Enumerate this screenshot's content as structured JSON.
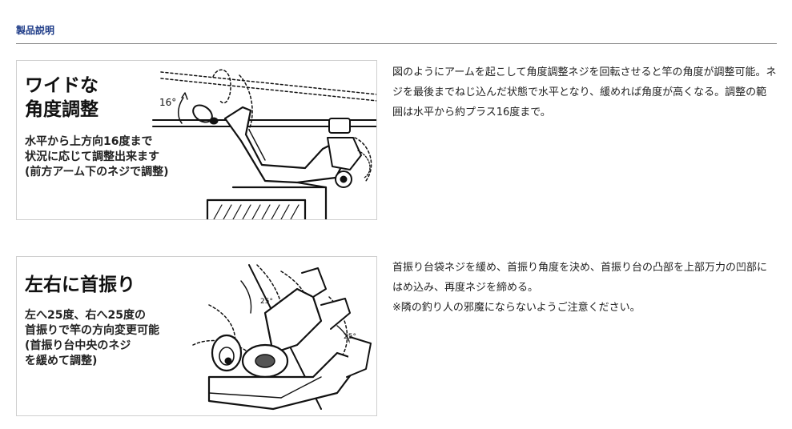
{
  "section": {
    "title": "製品説明"
  },
  "features": [
    {
      "heading": "ワイドな\n角度調整",
      "note": "水平から上方向16度まで\n状況に応じて調整出来ます\n(前方アーム下のネジで調整)",
      "angle_label": "16°",
      "description": [
        "図のようにアームを起こして角度調整ネジを回転させると竿の角度が調整可能。ネジを最後までねじ込んだ状態で水平となり、緩めれば角度が高くなる。調整の範囲は水平から約プラス16度まで。"
      ]
    },
    {
      "heading": "左右に首振り",
      "note": "左へ25度、右へ25度の\n首振りで竿の方向変更可能\n(首振り台中央のネジ\n を緩めて調整)",
      "angle_label_left": "25°",
      "angle_label_right": "25°",
      "description": [
        "首振り台袋ネジを緩め、首振り角度を決め、首振り台の凸部を上部万力の凹部にはめ込み、再度ネジを締める。",
        "※隣の釣り人の邪魔にならないようご注意ください。"
      ]
    }
  ]
}
